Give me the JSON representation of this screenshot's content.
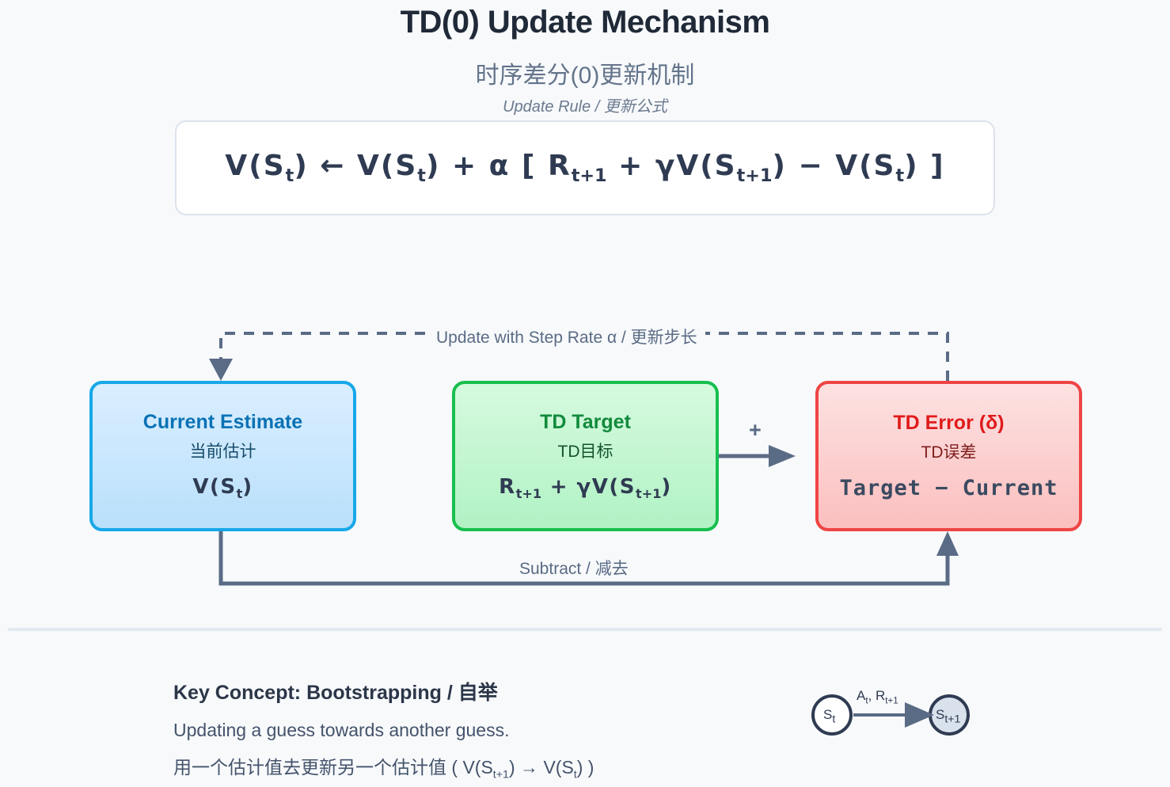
{
  "header": {
    "title": "TD(0) Update Mechanism",
    "subtitle_cn": "时序差分(0)更新机制",
    "rule_label": "Update Rule / 更新公式"
  },
  "formula": {
    "lhs": "V(S",
    "full_text": "V(St) ← V(St) + α [ Rt+1 + γV(St+1) − V(St) ]",
    "parts": {
      "v_st_1": "V(S",
      "sub_t_1": "t",
      "close_1": ")",
      "arrow": "←",
      "v_st_2": "V(S",
      "sub_t_2": "t",
      "close_2": ")",
      "plus_1": "+",
      "alpha": "α",
      "bracket_open": "[",
      "r": "R",
      "sub_t1_r": "t+1",
      "plus_2": "+",
      "gamma_v": "γV(S",
      "sub_t1_v": "t+1",
      "close_3": ")",
      "minus": "−",
      "v_st_3": "V(S",
      "sub_t_3": "t",
      "close_4": ")",
      "bracket_close": "]"
    }
  },
  "nodes": [
    {
      "id": "current",
      "title": "Current Estimate",
      "subtitle_cn": "当前估计",
      "formula_main": "V(S",
      "formula_sub": "t",
      "formula_close": ")",
      "border_color": "#17a8e8",
      "title_color": "#0b72b5"
    },
    {
      "id": "target",
      "title": "TD Target",
      "subtitle_cn": "TD目标",
      "formula_r": "R",
      "formula_r_sub": "t+1",
      "formula_plus": "+",
      "formula_gv": "γV(S",
      "formula_gv_sub": "t+1",
      "formula_close": ")",
      "border_color": "#18bf4e",
      "title_color": "#128a3c"
    },
    {
      "id": "error",
      "title": "TD Error (δ)",
      "subtitle_cn": "TD误差",
      "formula_mono": "Target − Current",
      "border_color": "#ef4444",
      "title_color": "#e01b1b"
    }
  ],
  "edges": {
    "update_label": "Update with Step Rate α / 更新步长",
    "subtract_label": "Subtract / 减去",
    "plus_sign": "+"
  },
  "footer": {
    "key_title": "Key Concept: Bootstrapping / 自举",
    "line1": "Updating a guess towards another guess.",
    "line2_pre": "用一个估计值去更新另一个估计值 ( V(S",
    "line2_sub1": "t+1",
    "line2_mid": ") → V(S",
    "line2_sub2": "t",
    "line2_post": ") )"
  },
  "mini_diagram": {
    "state_from": "S",
    "state_from_sub": "t",
    "state_to": "S",
    "state_to_sub": "t+1",
    "transition_label_a": "A",
    "transition_label_a_sub": "t",
    "transition_label_comma": ", R",
    "transition_label_r_sub": "t+1"
  },
  "colors": {
    "background": "#f7f9fb",
    "blue": "#17a8e8",
    "green": "#18bf4e",
    "red": "#ef4444",
    "connector": "#5a6b85",
    "divider": "#e3e9f0"
  }
}
